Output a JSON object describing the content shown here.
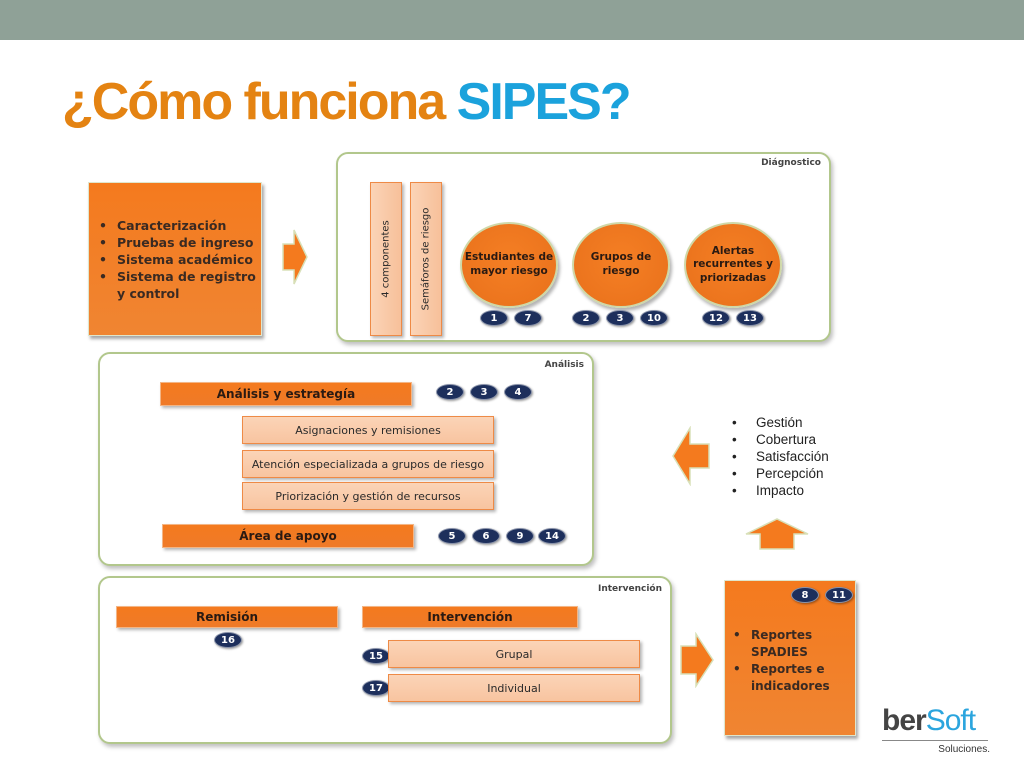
{
  "title": {
    "main": "¿Cómo funciona ",
    "accent": "SIPES?"
  },
  "colors": {
    "orange": "#f47a1e",
    "blue_accent": "#1ba2dc",
    "title_orange": "#e48312",
    "badge": "#1d2f5c",
    "panel_border": "#b2c78c",
    "topbar": "#8fa197"
  },
  "inputs": {
    "items": [
      "Caracterización",
      "Pruebas de ingreso",
      "Sistema académico",
      "Sistema de registro y control"
    ]
  },
  "diagnostico": {
    "label": "Diágnostico",
    "vbars": [
      "4 componentes",
      "Semáforos de riesgo"
    ],
    "circles": [
      {
        "line1": "Estudiantes de",
        "line2": "mayor riesgo",
        "line3": ""
      },
      {
        "line1": "Grupos de",
        "line2": "riesgo",
        "line3": ""
      },
      {
        "line1": "Alertas",
        "line2": "recurrentes y",
        "line3": "priorizadas"
      }
    ],
    "badges": [
      "1",
      "7",
      "2",
      "3",
      "10",
      "12",
      "13"
    ]
  },
  "analisis": {
    "label": "Análisis",
    "strategy": "Análisis y estrategía",
    "strategy_badges": [
      "2",
      "3",
      "4"
    ],
    "items": [
      "Asignaciones y remisiones",
      "Atención especializada a grupos de riesgo",
      "Priorización y gestión de recursos"
    ],
    "support": "Área de apoyo",
    "support_badges": [
      "5",
      "6",
      "9",
      "14"
    ]
  },
  "metrics": {
    "items": [
      "Gestión",
      "Cobertura",
      "Satisfacción",
      "Percepción",
      "Impacto"
    ]
  },
  "intervencion": {
    "label": "Intervención",
    "remision": "Remisión",
    "remision_badge": "16",
    "intervencion": "Intervención",
    "grupal": "Grupal",
    "grupal_badge": "15",
    "individual": "Individual",
    "individual_badge": "17"
  },
  "reportes": {
    "badges": [
      "8",
      "11"
    ],
    "items": [
      "Reportes SPADIES",
      "Reportes e indicadores"
    ]
  },
  "logo": {
    "ber": "ber",
    "soft": "Soft",
    "sub": "Soluciones."
  }
}
